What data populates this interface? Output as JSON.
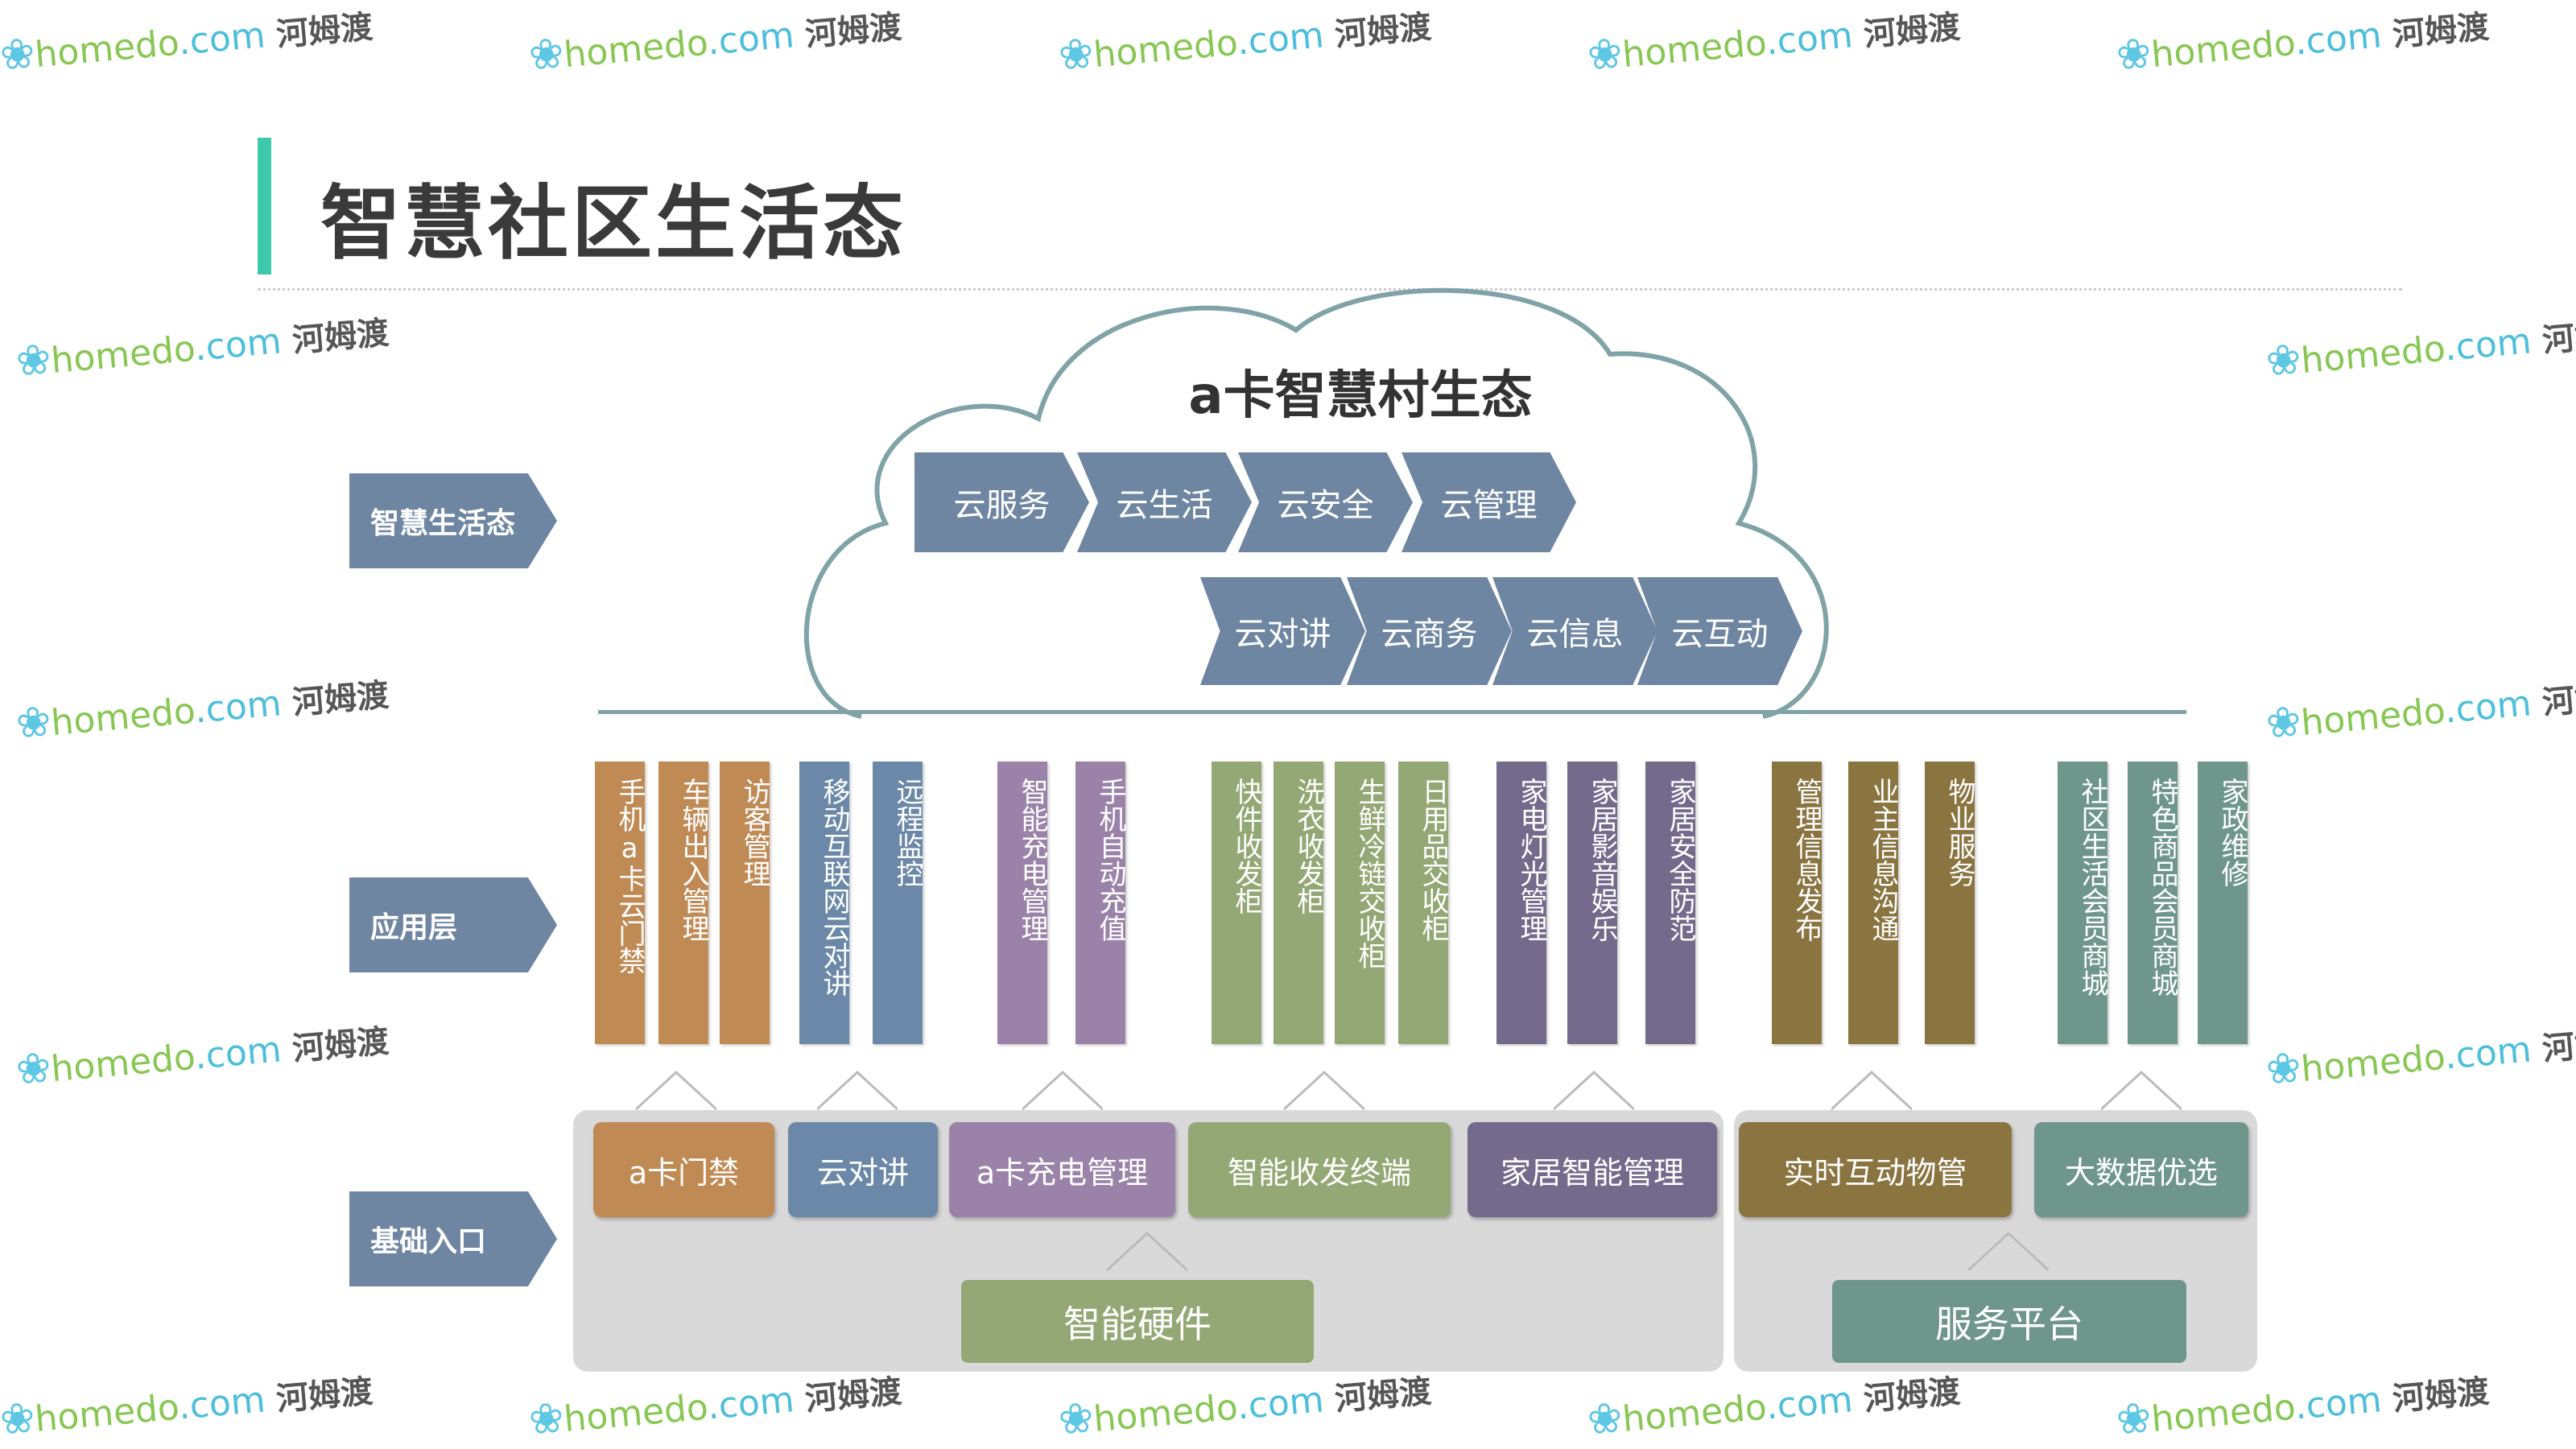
{
  "title": "智慧社区生活态",
  "side_labels": [
    "智慧生活态",
    "应用层",
    "基础入口"
  ],
  "cloud": {
    "title": "a卡智慧村生态",
    "row1": [
      "云服务",
      "云生活",
      "云安全",
      "云管理"
    ],
    "row2": [
      "云对讲",
      "云商务",
      "云信息",
      "云互动"
    ]
  },
  "applications": [
    {
      "label": "手机a卡云门禁",
      "color": "#c08a55"
    },
    {
      "label": "车辆出入管理",
      "color": "#c08a55"
    },
    {
      "label": "访客管理",
      "color": "#c08a55"
    },
    {
      "label": "移动互联网云对讲",
      "color": "#6b88a8"
    },
    {
      "label": "远程监控",
      "color": "#6b88a8"
    },
    {
      "label": "智能充电管理",
      "color": "#9a82a8"
    },
    {
      "label": "手机自动充值",
      "color": "#9a82a8"
    },
    {
      "label": "快件收发柜",
      "color": "#93a874"
    },
    {
      "label": "洗衣收发柜",
      "color": "#93a874"
    },
    {
      "label": "生鲜冷链交收柜",
      "color": "#93a874"
    },
    {
      "label": "日用品交收柜",
      "color": "#93a874"
    },
    {
      "label": "家电灯光管理",
      "color": "#736a8c"
    },
    {
      "label": "家居影音娱乐",
      "color": "#736a8c"
    },
    {
      "label": "家居安全防范",
      "color": "#736a8c"
    },
    {
      "label": "管理信息发布",
      "color": "#8a7440"
    },
    {
      "label": "业主信息沟通",
      "color": "#8a7440"
    },
    {
      "label": "物业服务",
      "color": "#8a7440"
    },
    {
      "label": "社区生活会员商城",
      "color": "#6f968b"
    },
    {
      "label": "特色商品会员商城",
      "color": "#6f968b"
    },
    {
      "label": "家政维修",
      "color": "#6f968b"
    }
  ],
  "base_entries": [
    {
      "label": "a卡门禁",
      "color": "#c08a55"
    },
    {
      "label": "云对讲",
      "color": "#6b88a8"
    },
    {
      "label": "a卡充电管理",
      "color": "#9a82a8"
    },
    {
      "label": "智能收发终端",
      "color": "#93a874"
    },
    {
      "label": "家居智能管理",
      "color": "#736a8c"
    },
    {
      "label": "实时互动物管",
      "color": "#8a7440"
    },
    {
      "label": "大数据优选",
      "color": "#6f968b"
    }
  ],
  "platforms": [
    {
      "label": "智能硬件",
      "color": "#93a874"
    },
    {
      "label": "服务平台",
      "color": "#6f968b"
    }
  ],
  "watermark": {
    "brand": "homedo",
    "domain": ".com",
    "cn": "河姆渡"
  }
}
